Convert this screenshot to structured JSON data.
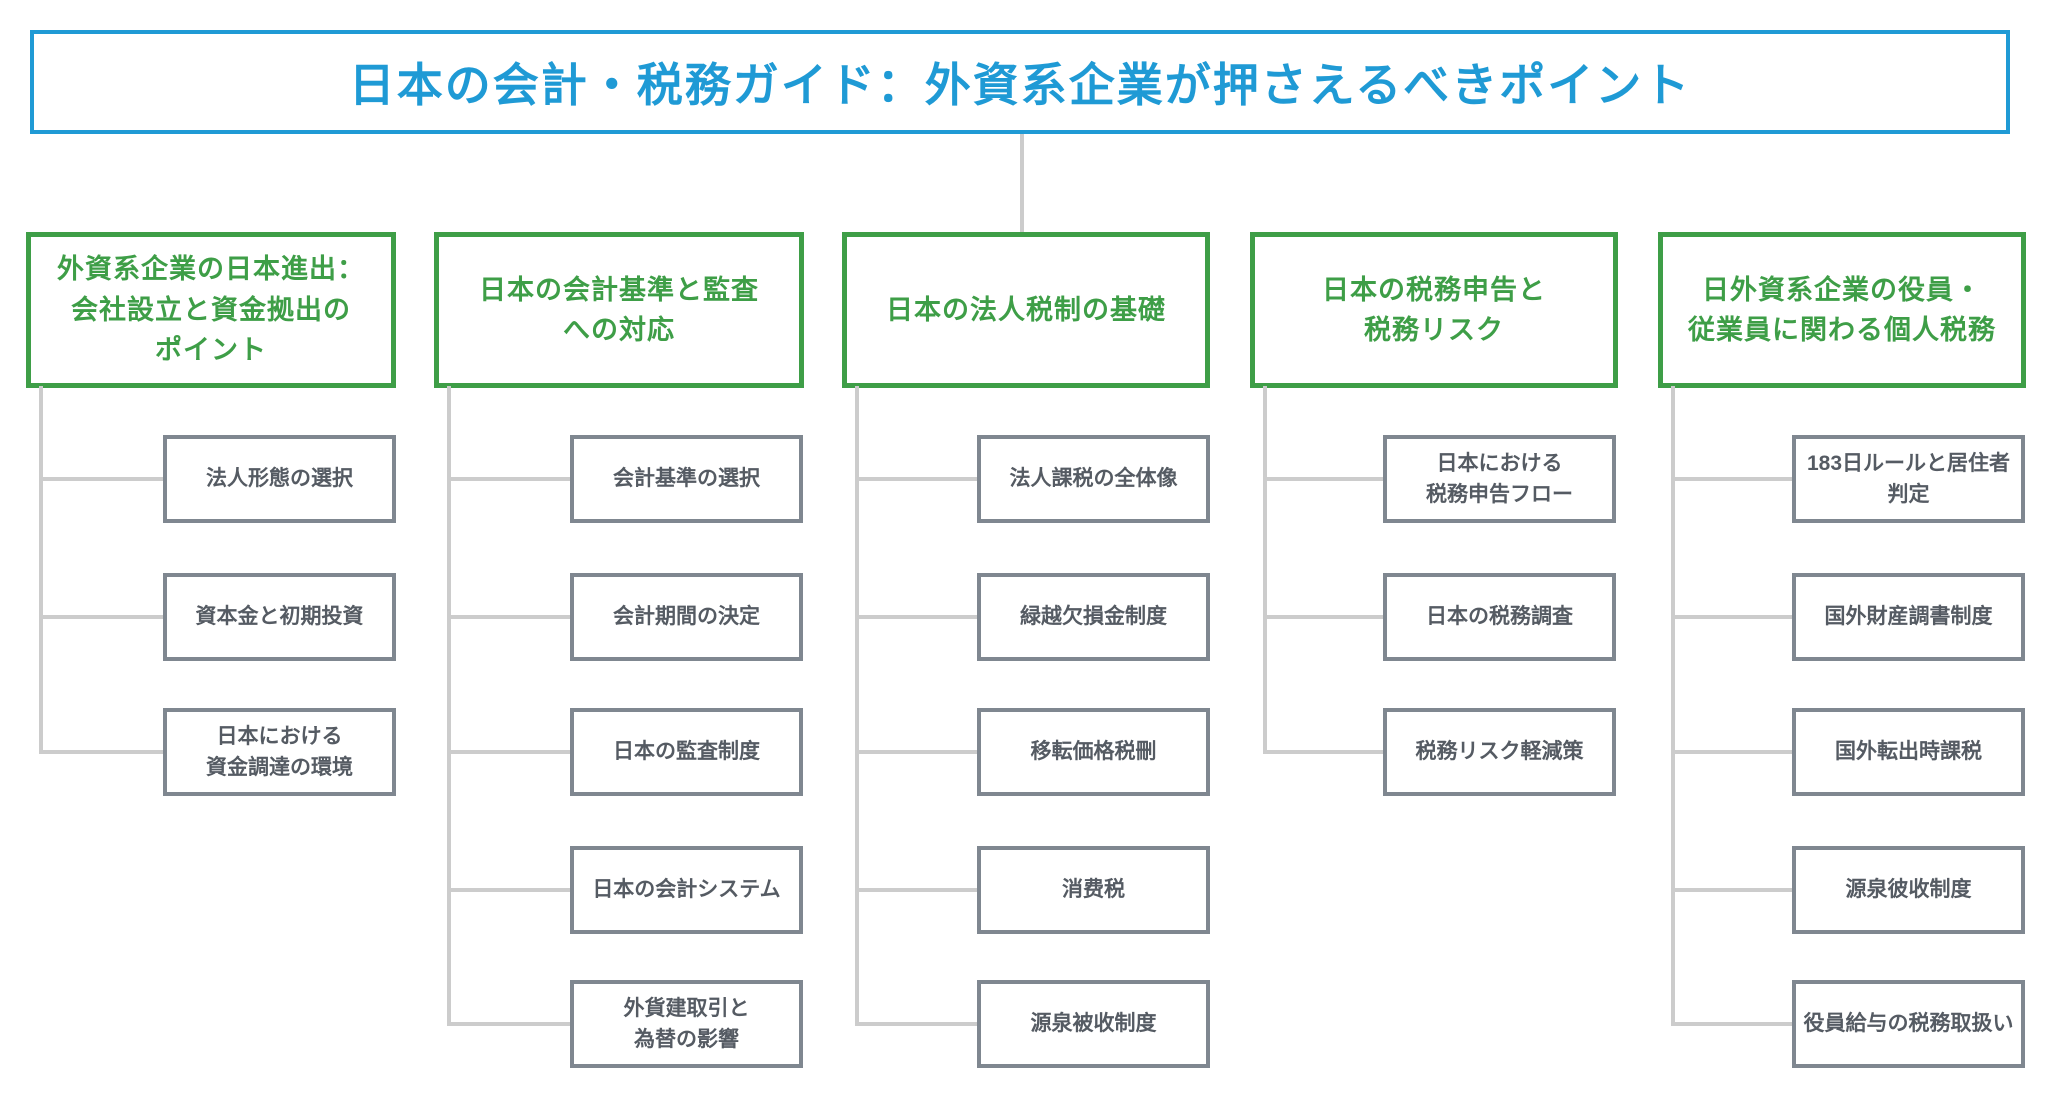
{
  "title": {
    "text": "日本の会計・税務ガイド：外資系企業が押さえるべきポイント"
  },
  "colors": {
    "accent_blue": "#1f9ad5",
    "accent_green": "#3e9e47",
    "node_border_gray": "#7f8790",
    "node_text_gray": "#555b63",
    "connector_gray": "#cccccc"
  },
  "columns": [
    {
      "title": "外資系企業の日本進出：\n会社設立と資金拠出の\nポイント",
      "children": [
        "法人形態の選択",
        "資本金と初期投資",
        "日本における\n資金調達の環境"
      ]
    },
    {
      "title": "日本の会計基準と監査\nへの対応",
      "children": [
        "会計基準の選択",
        "会計期間の決定",
        "日本の監査制度",
        "日本の会計システム",
        "外貨建取引と\n為替の影響"
      ]
    },
    {
      "title": "日本の法人税制の基礎",
      "children": [
        "法人課税の全体像",
        "緑越欠損金制度",
        "移転価格税刪",
        "消费税",
        "源泉被收制度"
      ]
    },
    {
      "title": "日本の税務申告と\n税務リスク",
      "children": [
        "日本における\n税務申告フロー",
        "日本の税務調査",
        "税務リスク軽減策"
      ]
    },
    {
      "title": "日外資系企業の役員・\n従業員に関わる個人税務",
      "children": [
        "183日ルールと居住者\n判定",
        "国外財産調書制度",
        "国外転出時課税",
        "源泉彼收制度",
        "役員給与の税務取扱い"
      ]
    }
  ]
}
